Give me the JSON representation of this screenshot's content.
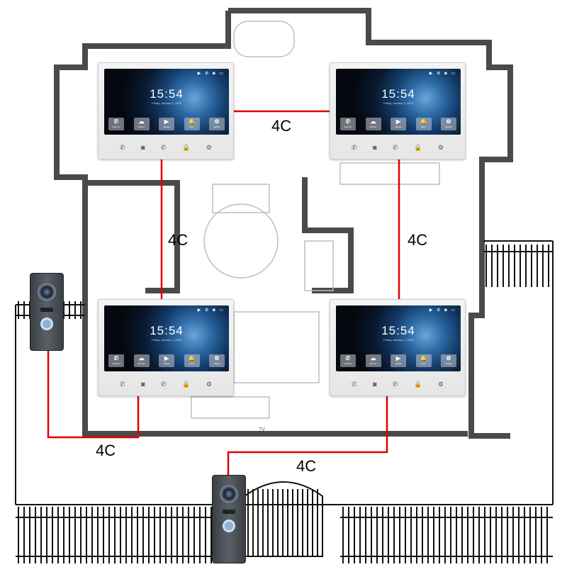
{
  "monitor_screen": {
    "time": "15:54",
    "date": "Friday, January 3, 2025",
    "status_icons": "▶ ⚙ ◙ ▭",
    "apps": [
      {
        "icon": "✆",
        "label": "Intercom"
      },
      {
        "icon": "☁",
        "label": "Monitor"
      },
      {
        "icon": "▶",
        "label": "Media"
      },
      {
        "icon": "🔔",
        "label": "Ring"
      },
      {
        "icon": "⚙",
        "label": "Setting"
      }
    ],
    "keys": [
      "✆",
      "◙",
      "✆",
      "🔒",
      "⚙"
    ]
  },
  "wire_labels": [
    "4C",
    "4C",
    "4C",
    "4C",
    "4C"
  ],
  "floorplan_labels": {
    "tv": "TV"
  },
  "colors": {
    "wire": "#e00000",
    "wall": "#4a4a4a",
    "fence": "#111111"
  }
}
